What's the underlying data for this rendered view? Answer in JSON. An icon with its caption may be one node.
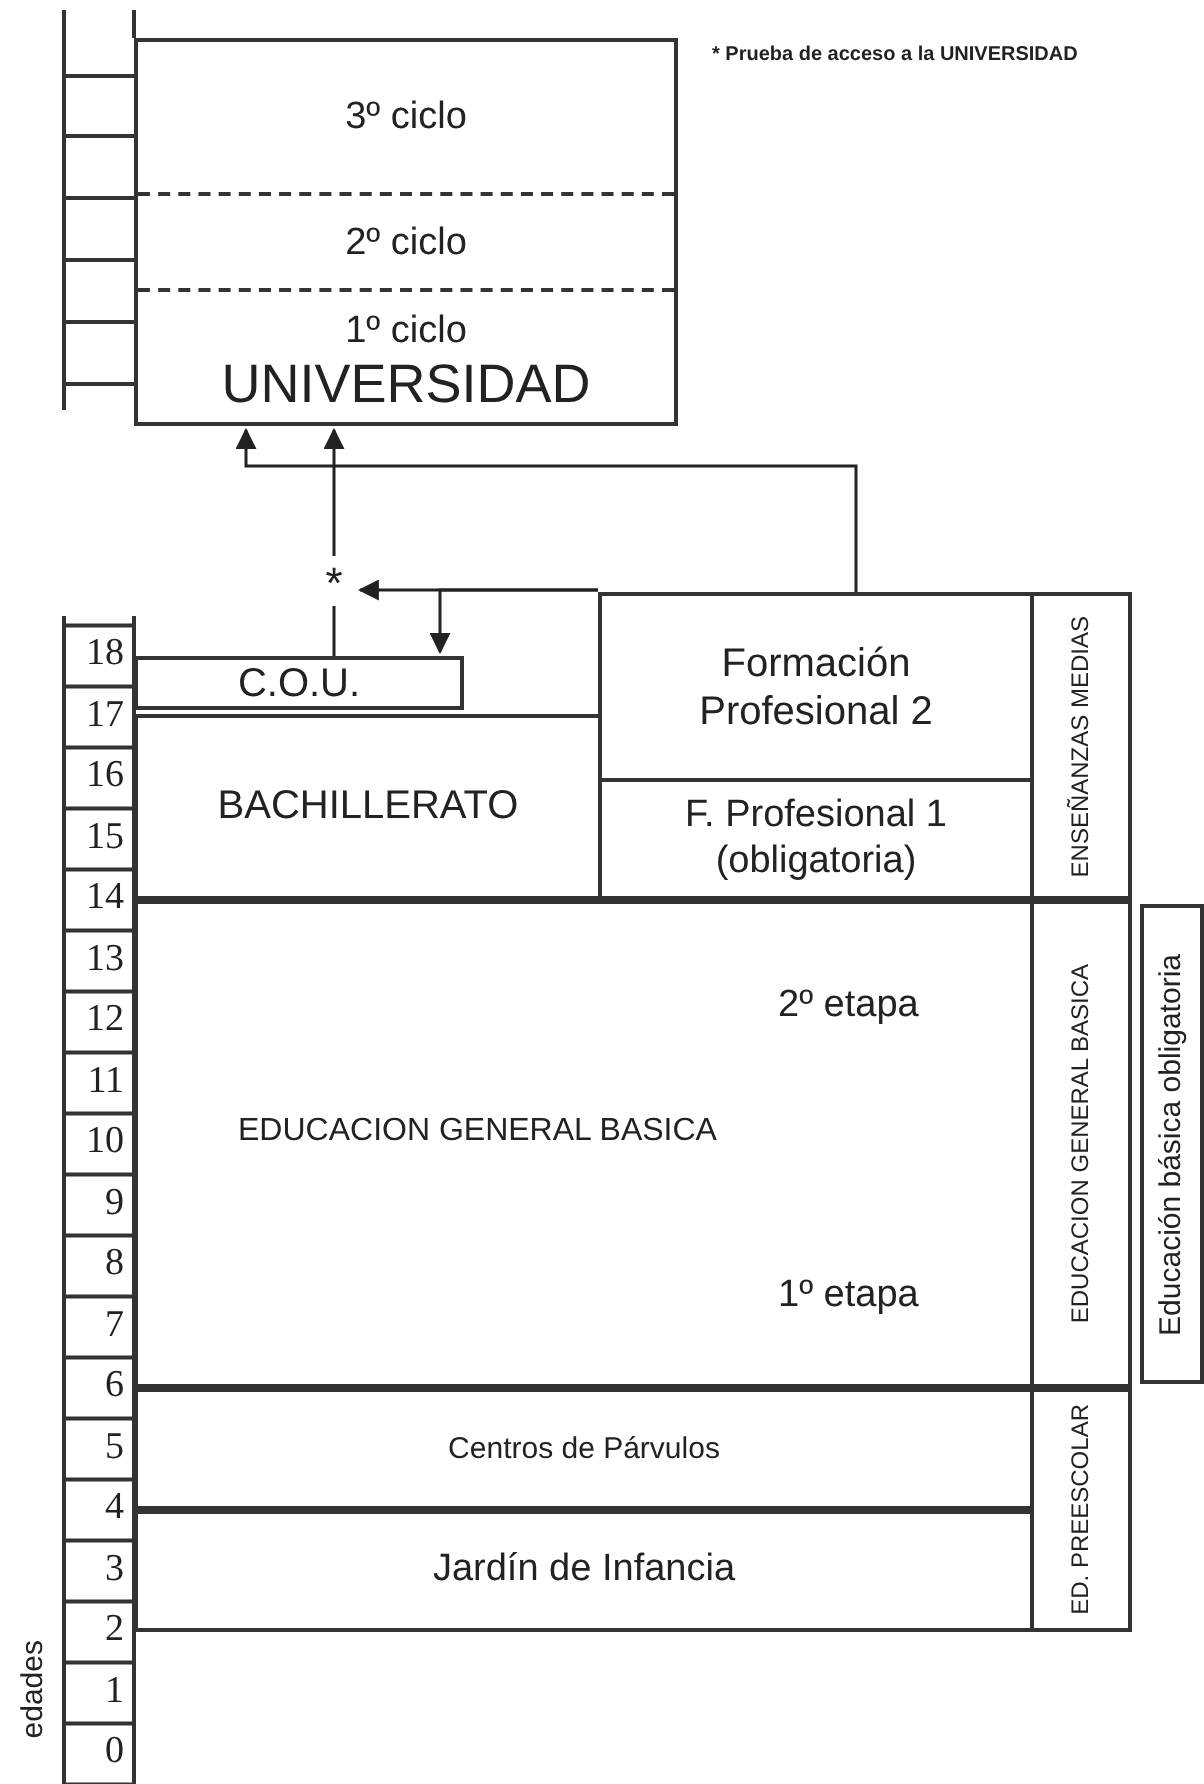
{
  "diagram": {
    "nodes": [
      {
        "text": [
          "3º ciclo",
          "2º ciclo",
          "1º ciclo",
          "UNIVERSIDAD"
        ]
      },
      {
        "text": [
          "*"
        ]
      },
      {
        "text": [
          "C.O.U."
        ]
      },
      {
        "text": [
          "Formación Profesional 2"
        ]
      },
      {
        "text": [
          "BACHILLERATO"
        ]
      },
      {
        "text": [
          "F. Profesional 1 (obligatoria)"
        ]
      },
      {
        "text": [
          "ENSEÑANZAS MEDIAS"
        ]
      },
      {
        "text": [
          "2º etapa",
          "EDUCACION GENERAL BASICA",
          "1º etapa"
        ]
      },
      {
        "text": [
          "EDUCACION GENERAL BASICA"
        ]
      },
      {
        "text": [
          "Educación básica obligatoria"
        ]
      },
      {
        "text": [
          "Centros de Párvulos"
        ]
      },
      {
        "text": [
          "Jardín de Infancia"
        ]
      },
      {
        "text": [
          "ED. PREESCOLAR"
        ]
      }
    ],
    "edges": [
      {
        "from": 1,
        "to": 0,
        "arrow": "to"
      },
      {
        "from": 3,
        "to": 0,
        "arrow": "to"
      },
      {
        "from": 2,
        "to": 1,
        "arrow": "none"
      },
      {
        "from": 3,
        "to": 1,
        "arrow": "to"
      },
      {
        "from": 3,
        "to": 2,
        "arrow": "to"
      }
    ],
    "labels": [
      "* Prueba de acceso a la UNIVERSIDAD",
      "18",
      "17",
      "16",
      "15",
      "14",
      "13",
      "12",
      "11",
      "10",
      "9",
      "8",
      "7",
      "6",
      "5",
      "4",
      "3",
      "2",
      "1",
      "0",
      "edades"
    ]
  }
}
